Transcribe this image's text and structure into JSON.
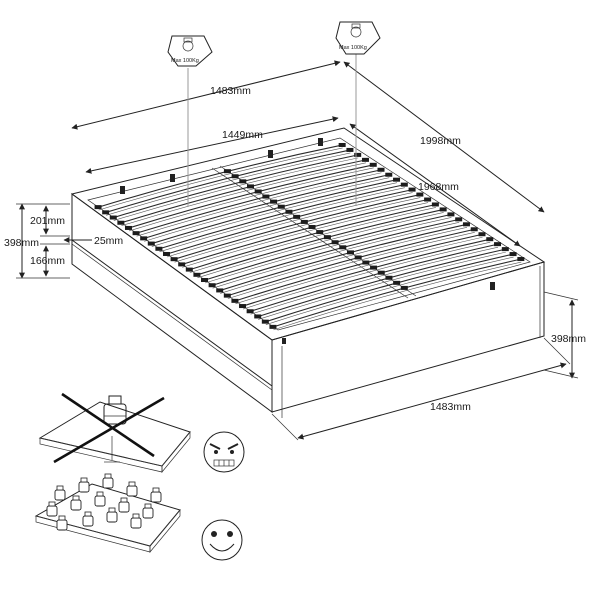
{
  "dimensions": {
    "top_width": "1483mm",
    "inner_width": "1449mm",
    "top_length": "1998mm",
    "inner_length": "1968mm",
    "upper_height": "201mm",
    "total_height": "398mm",
    "lower_height": "166mm",
    "gap": "25mm",
    "right_height": "398mm",
    "bottom_width": "1483mm"
  },
  "weight_labels": {
    "left": "Max 100Kg",
    "right": "Max 100Kg"
  },
  "indicators": {
    "wrong_face": "angry-face-icon",
    "right_face": "happy-face-icon"
  }
}
